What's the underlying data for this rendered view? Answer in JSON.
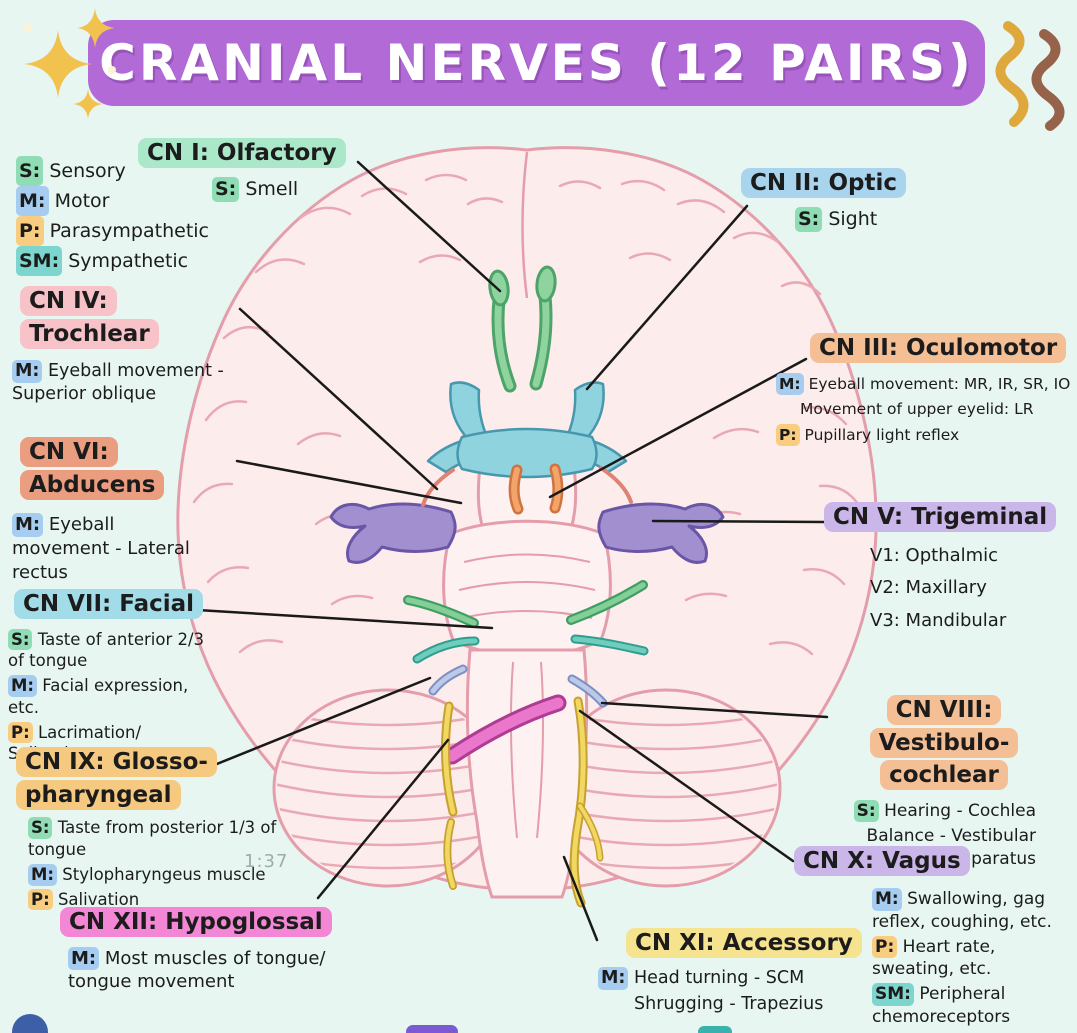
{
  "page_bg": "#e7f6f1",
  "banner": {
    "title": "CRANIAL NERVES (12 PAIRS)",
    "bg": "#b26ad6"
  },
  "legend": {
    "items": [
      {
        "tag": "S:",
        "label": "Sensory"
      },
      {
        "tag": "M:",
        "label": "Motor"
      },
      {
        "tag": "P:",
        "label": "Parasympathetic"
      },
      {
        "tag": "SM:",
        "label": "Sympathetic"
      }
    ]
  },
  "palette": {
    "tags": {
      "S": "#8fdcb5",
      "M": "#a6cdf0",
      "P": "#f8cd80",
      "SM": "#7dd6cd"
    }
  },
  "decor": {
    "sparkle": "#f2c24f",
    "sparkle_accent": "#fdf3d4",
    "squiggle_gold": "#dfa83c",
    "squiggle_brown": "#97624a",
    "pointer": "#1a1a1a",
    "footer_blue": "#3d5fa8",
    "footer_purple": "#7b5ad4",
    "footer_teal": "#38b2ab"
  },
  "illustration_colors": {
    "brain_fill": "#fdecec",
    "brain_outline": "#e49daa",
    "gyri": "#e9a9b4",
    "optic_chiasm": "#8ed3de",
    "olfactory": "#8fd49f",
    "oculomotor": "#f2a469",
    "trochlear": "#de8273",
    "trigeminal": "#a28fd0",
    "facial": "#84cf98",
    "vestibulocochlear": "#6fcdbd",
    "rootlets_blue": "#bcc9e8",
    "hypoglossal": "#ea77cb",
    "accessory_yellow": "#f0d862"
  },
  "watermark": "1:37",
  "nerves": [
    {
      "name": "CN I: Olfactory",
      "highlight": "#abe7c9",
      "details": [
        {
          "tag": "S:",
          "text": "Smell"
        }
      ]
    },
    {
      "name": "CN II: Optic",
      "highlight": "#a9d4ee",
      "details": [
        {
          "tag": "S:",
          "text": "Sight"
        }
      ]
    },
    {
      "name": "CN III: Oculomotor",
      "highlight": "#f5bf96",
      "details": [
        {
          "tag": "M:",
          "text": "Eyeball movement: MR, IR, SR, IO"
        },
        {
          "tag": "",
          "text": "Movement of upper eyelid: LR"
        },
        {
          "tag": "P:",
          "text": "Pupillary light reflex"
        }
      ]
    },
    {
      "name": "CN IV: Trochlear",
      "highlight": "#f7c3c8",
      "details": [
        {
          "tag": "M:",
          "text": "Eyeball movement - Superior oblique"
        }
      ]
    },
    {
      "name": "CN V: Trigeminal",
      "highlight": "#cbb6e9",
      "details": [
        {
          "tag": "",
          "text": "V1: Opthalmic"
        },
        {
          "tag": "",
          "text": "V2: Maxillary"
        },
        {
          "tag": "",
          "text": "V3: Mandibular"
        }
      ]
    },
    {
      "name": "CN VI: Abducens",
      "highlight": "#eb9d80",
      "details": [
        {
          "tag": "M:",
          "text": "Eyeball movement - Lateral rectus"
        }
      ]
    },
    {
      "name": "CN VII: Facial",
      "highlight": "#a3dce9",
      "details": [
        {
          "tag": "S:",
          "text": "Taste of anterior 2/3 of tongue"
        },
        {
          "tag": "M:",
          "text": "Facial expression, etc."
        },
        {
          "tag": "P:",
          "text": "Lacrimation/ Salivation"
        }
      ]
    },
    {
      "name": "CN VIII: Vestibulo-cochlear",
      "highlight": "#f5bf96",
      "details": [
        {
          "tag": "S:",
          "text": "Hearing - Cochlea"
        },
        {
          "tag": "",
          "text": "Balance - Vestibular apparatus"
        }
      ]
    },
    {
      "name": "CN IX: Glosso-pharyngeal",
      "highlight": "#f5ca80",
      "details": [
        {
          "tag": "S:",
          "text": "Taste from posterior 1/3 of tongue"
        },
        {
          "tag": "M:",
          "text": "Stylopharyngeus muscle"
        },
        {
          "tag": "P:",
          "text": "Salivation"
        }
      ]
    },
    {
      "name": "CN X: Vagus",
      "highlight": "#cbb6e9",
      "details": [
        {
          "tag": "M:",
          "text": "Swallowing, gag reflex, coughing, etc."
        },
        {
          "tag": "P:",
          "text": "Heart rate, sweating, etc."
        },
        {
          "tag": "SM:",
          "text": "Peripheral chemoreceptors"
        }
      ]
    },
    {
      "name": "CN XI: Accessory",
      "highlight": "#f6e38f",
      "details": [
        {
          "tag": "M:",
          "text": "Head turning - SCM"
        },
        {
          "tag": "",
          "text": "Shrugging - Trapezius"
        }
      ]
    },
    {
      "name": "CN XII: Hypoglossal",
      "highlight": "#f387d5",
      "details": [
        {
          "tag": "M:",
          "text": "Most muscles of tongue/ tongue movement"
        }
      ]
    }
  ]
}
